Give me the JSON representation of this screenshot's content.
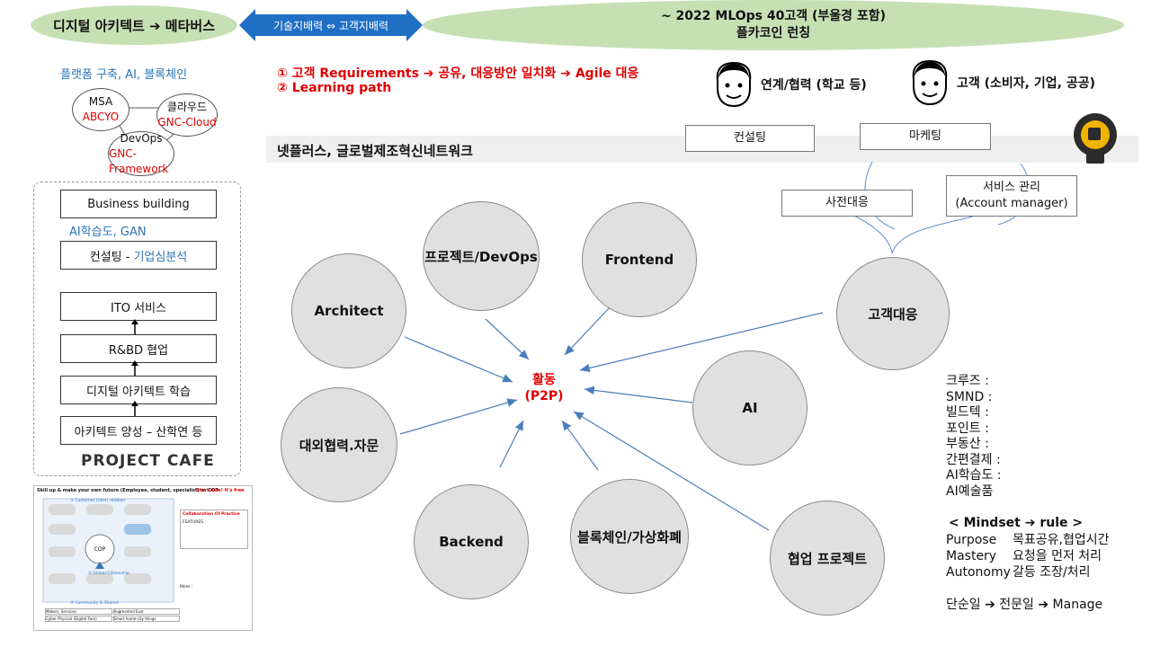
{
  "header": {
    "left_title": "디지털 아키텍트 ➔ 메타버스",
    "arrow_label": "기술지배력 ⇔ 고객지배력",
    "right_title_line1": "~ 2022  MLOps  40고객 (부울경 포함)",
    "right_title_line2": "플카코인 런칭"
  },
  "platform": {
    "label": "플랫폼 구축, AI, 블록체인",
    "msa": "MSA",
    "msa_sub": "ABCYO",
    "cloud": "클라우드",
    "cloud_sub": "GNC-Cloud",
    "devops": "DevOps",
    "devops_sub": "GNC-Framework"
  },
  "stack": {
    "business_building": "Business building",
    "ai_label": "AI학습도, GAN",
    "consulting_prefix": "컨설팅 - ",
    "consulting_suffix": "기업심분석",
    "ito": "ITO 서비스",
    "rbd": "R&BD 협업",
    "digital_learning": "디지털 아키텍트 학습",
    "architect_training": "아키텍트 양성 – 산학연 등",
    "logo": "PROJECT CAFE"
  },
  "requirements": {
    "line1": "① 고객 Requirements ➔ 공유, 대응방안 일치화 ➔ Agile 대응",
    "line2": "② Learning path"
  },
  "network": {
    "bar_label": "넷플러스, 글로벌제조혁신네트워크",
    "partner_label": "연계/협력 (학교 등)",
    "customer_label": "고객 (소비자, 기업, 공공)",
    "consulting": "컨설팅",
    "marketing": "마케팅",
    "pre_response": "사전대응",
    "service_mgmt_line1": "서비스 관리",
    "service_mgmt_line2": "(Account manager)"
  },
  "circles": {
    "architect": "Architect",
    "project_devops": "프로젝트/DevOps",
    "frontend": "Frontend",
    "customer_response": "고객대응",
    "ai": "AI",
    "collab_project": "협업 프로젝트",
    "blockchain": "블록체인/가상화폐",
    "backend": "Backend",
    "external": "대외협력.자문"
  },
  "center": {
    "line1": "활동",
    "line2": "(P2P)"
  },
  "side_list": [
    "크루즈 :",
    "SMND :",
    "빌드텍 :",
    "포인트 :",
    "부동산 :",
    "간편결제 :",
    "AI학습도 :",
    "AI예술품"
  ],
  "mindset": {
    "title": "< Mindset ➔ rule >",
    "rows": [
      {
        "key": "Purpose",
        "value": "목표공유,협업시간"
      },
      {
        "key": "Mastery",
        "value": "요청을 먼저 처리"
      },
      {
        "key": "Autonomy",
        "value": "갈등 조장/처리"
      }
    ],
    "footer": "단순일 ➔ 전문일 ➔ Manage"
  },
  "thumbnail": {
    "title": "Skill up & make your own future (Employee, student, specialist) w. COP",
    "start": "Start now!  It's free",
    "customer": "① Customer (User) relation",
    "collab": "Collaboration Of Practice",
    "community": "③ Community & Shared",
    "global": "② Global Citizenship",
    "center": "COP",
    "items": [
      "Makers, Services",
      "Augmented Eval",
      "Cyber Physical (Digital Twin)",
      "Smart home-city things"
    ],
    "features": "FEATURES :",
    "more": "More :"
  },
  "colors": {
    "green_bar": "#c6e0b4",
    "blue_arrow": "#1f6fc5",
    "red": "#e00000",
    "blue_text": "#2e75b6",
    "circle_fill": "#e0e0e0",
    "arrow_line": "#4a7ebb"
  }
}
